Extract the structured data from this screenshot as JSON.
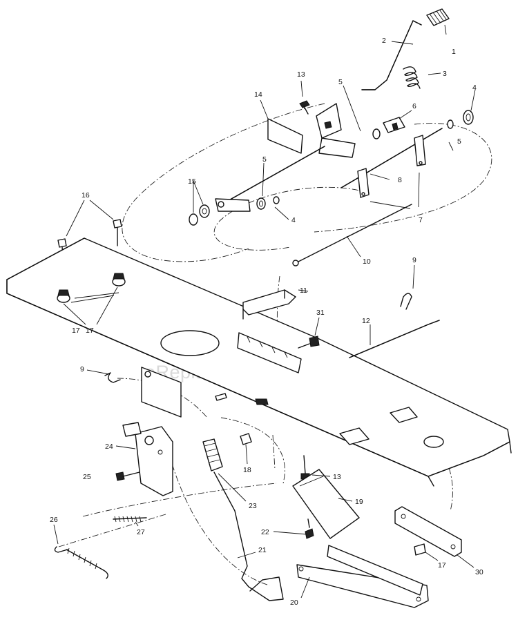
{
  "watermark": "eReplacementParts.com",
  "callouts": [
    "1",
    "2",
    "3",
    "13",
    "5",
    "4",
    "6",
    "14",
    "5",
    "5",
    "15",
    "8",
    "4",
    "7",
    "16",
    "10",
    "9",
    "11",
    "17",
    "31",
    "12",
    "17",
    "9",
    "24",
    "25",
    "18",
    "13",
    "19",
    "23",
    "26",
    "27",
    "22",
    "21",
    "17",
    "30",
    "20"
  ]
}
